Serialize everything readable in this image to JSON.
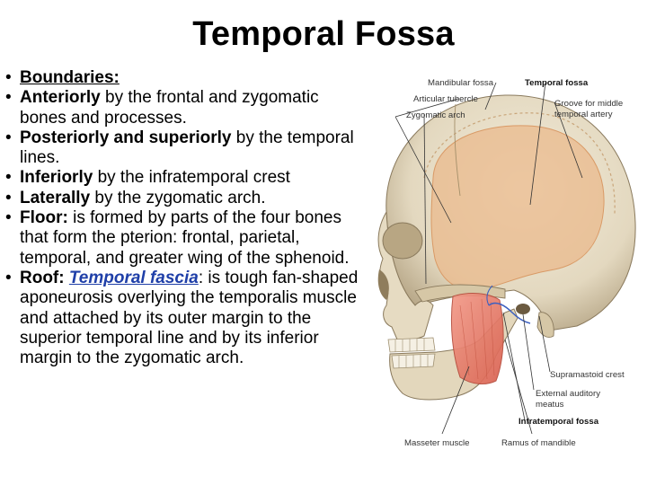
{
  "title": "Temporal Fossa",
  "bullets": [
    {
      "parts": [
        {
          "text": "Boundaries:",
          "style": "bold-underline"
        }
      ]
    },
    {
      "parts": [
        {
          "text": "Anteriorly",
          "style": "bold"
        },
        {
          "text": " by the frontal and zygomatic bones and processes.",
          "style": "normal"
        }
      ]
    },
    {
      "parts": [
        {
          "text": "Posteriorly and superiorly",
          "style": "bold"
        },
        {
          "text": " by the temporal lines.",
          "style": "normal"
        }
      ]
    },
    {
      "parts": [
        {
          "text": "Inferiorly",
          "style": "bold"
        },
        {
          "text": " by the infratemporal crest",
          "style": "normal"
        }
      ]
    },
    {
      "parts": [
        {
          "text": "Laterally",
          "style": "bold"
        },
        {
          "text": " by the zygomatic arch.",
          "style": "normal"
        }
      ]
    },
    {
      "parts": [
        {
          "text": "Floor:",
          "style": "bold"
        },
        {
          "text": " is formed by parts of the four bones that form the pterion: frontal, parietal, temporal, and greater wing of the sphenoid.",
          "style": "normal"
        }
      ]
    },
    {
      "parts": [
        {
          "text": "Roof:",
          "style": "bold"
        },
        {
          "text": " ",
          "style": "normal"
        },
        {
          "text": "Temporal fascia",
          "style": "fascia"
        },
        {
          "text": ": is tough fan-shaped aponeurosis overlying the temporalis muscle and attached by its outer margin to the superior temporal line and by its inferior margin to the zygomatic arch.",
          "style": "normal"
        }
      ]
    }
  ],
  "figure": {
    "labels": {
      "mandibular_fossa": "Mandibular fossa",
      "temporal_fossa": "Temporal fossa",
      "articular_tubercle": "Articular tubercle",
      "groove_line1": "Groove for middle",
      "groove_line2": "temporal artery",
      "zygomatic_arch": "Zygomatic arch",
      "supramastoid_crest": "Supramastoid crest",
      "ext_auditory_line1": "External auditory",
      "ext_auditory_line2": "meatus",
      "infratemporal_fossa": "Infratemporal fossa",
      "masseter_muscle": "Masseter muscle",
      "ramus_of_mandible": "Ramus of mandible"
    },
    "colors": {
      "bone": "#e8dfc9",
      "bone_shadow": "#c9bb9c",
      "fossa_highlight": "#e9b98c",
      "masseter": "#e87b6a",
      "artery": "#3b5fc0"
    }
  }
}
